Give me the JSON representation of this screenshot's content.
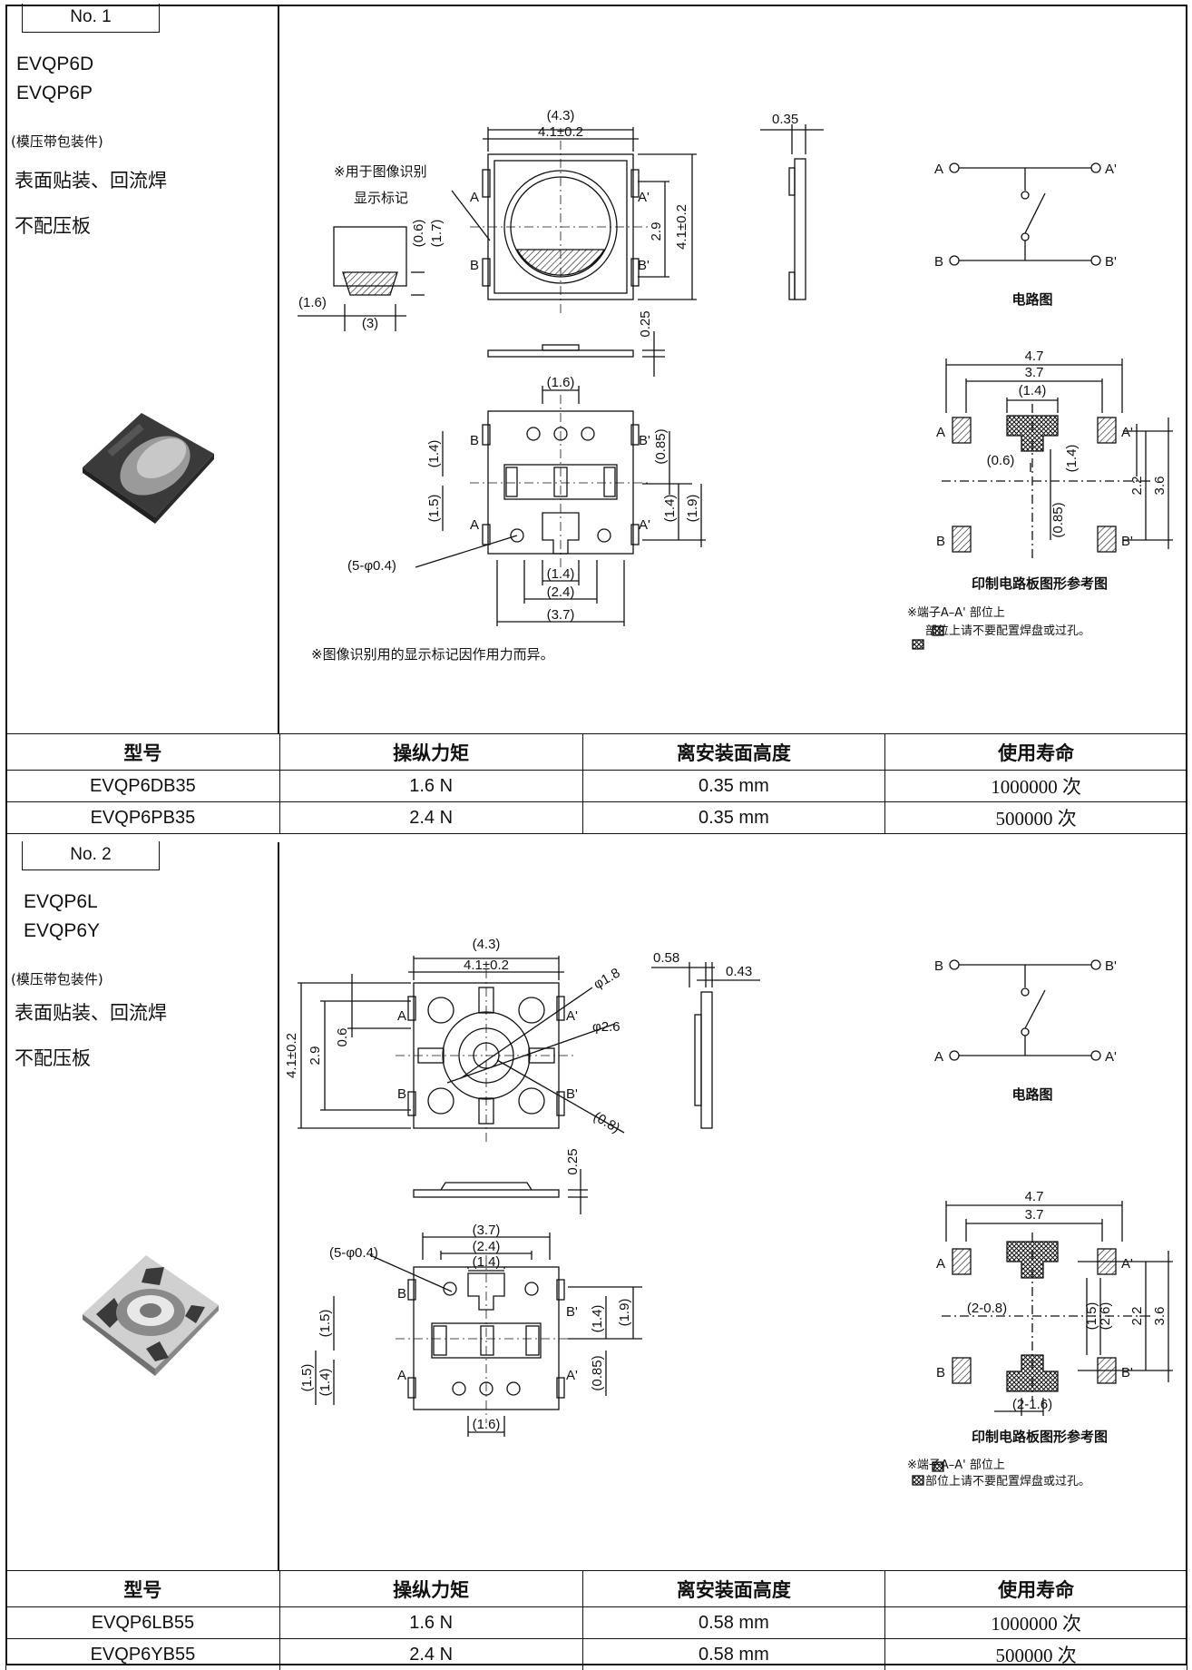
{
  "sections": [
    {
      "no": "No. 1",
      "models": [
        "EVQP6D",
        "EVQP6P"
      ],
      "packaging": "(模压带包装件)",
      "feature1": "表面贴装、回流焊",
      "feature2": "不配压板",
      "drawing": {
        "top_dims": [
          "(4.3)",
          "4.1±0.2"
        ],
        "note_mark": "※用于图像识别",
        "note_mark2": "显示标记",
        "side_dims": [
          "0.35"
        ],
        "height_dims": [
          "2.9",
          "4.1±0.2"
        ],
        "small_dims": [
          "(0.6)",
          "(1.7)",
          "(1.6)",
          "(3)"
        ],
        "thickness": "0.25",
        "bottom_dims": [
          "(1.6)",
          "(1.4)",
          "(1.5)",
          "(0.85)",
          "(1.4)",
          "(1.9)",
          "(5-φ0.4)",
          "(1.4)",
          "(2.4)",
          "(3.7)"
        ],
        "terminal_labels": [
          "A",
          "A'",
          "B",
          "B'"
        ],
        "bottom_note": "※图像识别用的显示标记因作用力而异。",
        "circuit_label": "电路图",
        "pcb_dims": [
          "4.7",
          "3.7",
          "(1.4)",
          "(0.6)",
          "(1.4)",
          "2.2",
          "3.6",
          "(0.85)"
        ],
        "pcb_label": "印制电路板图形参考图",
        "pcb_note1": "※端子A–A'  部位上",
        "pcb_note2": "部位上请不要配置焊盘或过孔。"
      },
      "table": {
        "headers": [
          "型号",
          "操纵力矩",
          "离安装面高度",
          "使用寿命"
        ],
        "rows": [
          [
            "EVQP6DB35",
            "1.6 N",
            "0.35 mm",
            "1000000 次"
          ],
          [
            "EVQP6PB35",
            "2.4 N",
            "0.35 mm",
            "500000 次"
          ]
        ]
      }
    },
    {
      "no": "No. 2",
      "models": [
        "EVQP6L",
        "EVQP6Y"
      ],
      "packaging": "(模压带包装件)",
      "feature1": "表面贴装、回流焊",
      "feature2": "不配压板",
      "drawing": {
        "top_dims": [
          "(4.3)",
          "4.1±0.2"
        ],
        "side_dims": [
          "0.58",
          "0.43"
        ],
        "height_dims": [
          "4.1±0.2",
          "2.9",
          "0.6"
        ],
        "diam_dims": [
          "φ1.8",
          "φ2.6",
          "(0.8)"
        ],
        "thickness": "0.25",
        "bottom_dims": [
          "(3.7)",
          "(2.4)",
          "(1.4)",
          "(5-φ0.4)",
          "(1.5)",
          "(1.4)",
          "(1.9)",
          "(1.5)",
          "(1.4)",
          "(0.85)",
          "(1.6)"
        ],
        "terminal_labels": [
          "A",
          "A'",
          "B",
          "B'"
        ],
        "circuit_label": "电路图",
        "pcb_dims": [
          "4.7",
          "3.7",
          "(1.5)",
          "(2.6)",
          "2.2",
          "3.6",
          "(2-0.8)",
          "(2-1.6)"
        ],
        "pcb_label": "印制电路板图形参考图",
        "pcb_note1": "※端子A–A'  部位上",
        "pcb_note2": "部位上请不要配置焊盘或过孔。"
      },
      "table": {
        "headers": [
          "型号",
          "操纵力矩",
          "离安装面高度",
          "使用寿命"
        ],
        "rows": [
          [
            "EVQP6LB55",
            "1.6 N",
            "0.58 mm",
            "1000000 次"
          ],
          [
            "EVQP6YB55",
            "2.4 N",
            "0.58 mm",
            "500000 次"
          ]
        ]
      }
    }
  ]
}
